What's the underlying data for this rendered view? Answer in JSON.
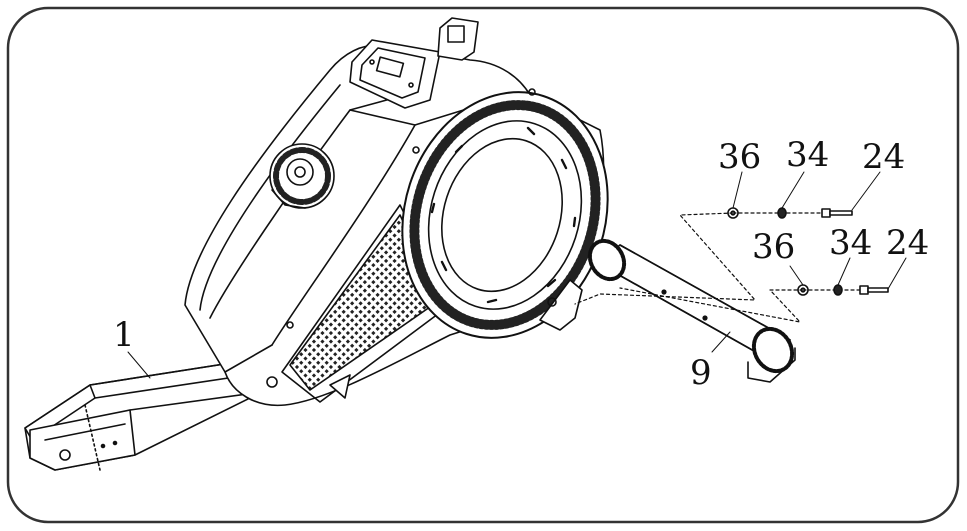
{
  "callouts": {
    "part_1": "1",
    "part_9": "9",
    "upper_36": "36",
    "upper_34": "34",
    "upper_24": "24",
    "lower_36": "36",
    "lower_34": "34",
    "lower_24": "24"
  },
  "colors": {
    "line": "#111111",
    "background": "#ffffff"
  }
}
